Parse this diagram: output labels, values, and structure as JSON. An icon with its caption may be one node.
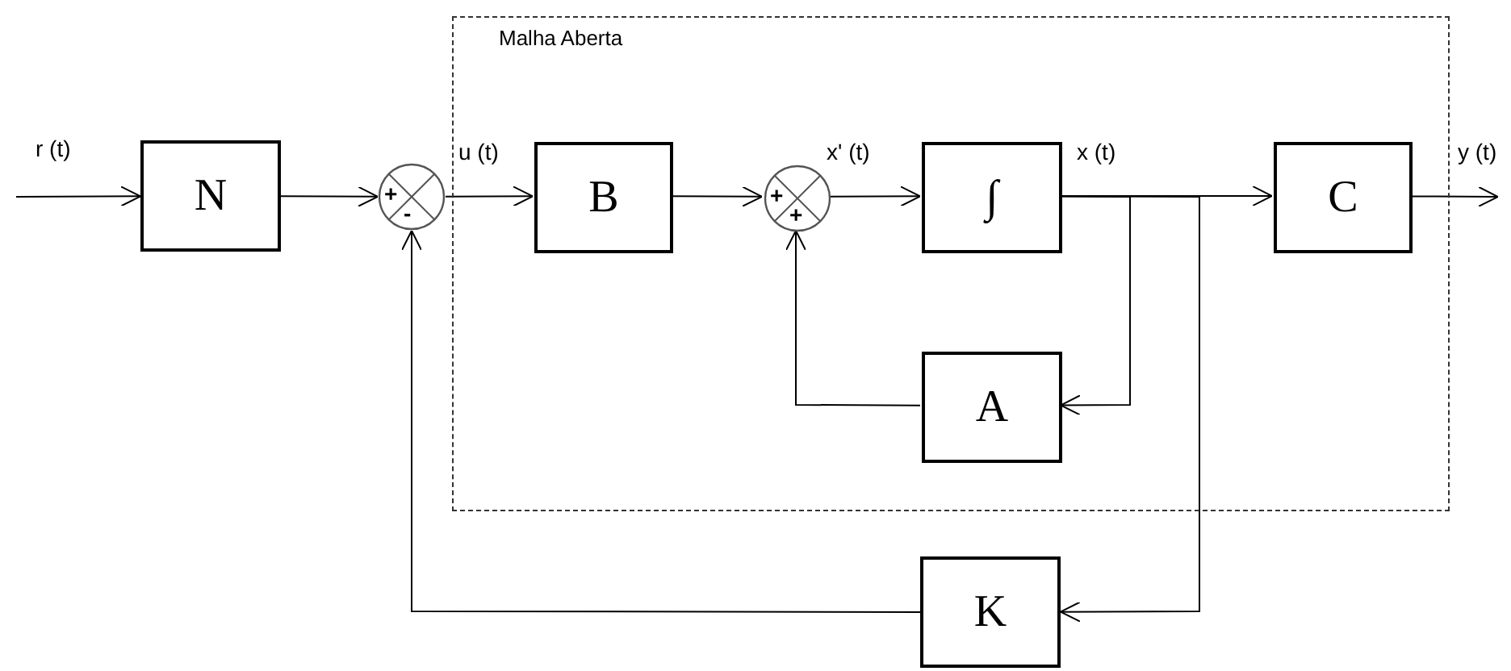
{
  "diagram": {
    "nodes": [
      {
        "text": [
          "Malha Aberta"
        ]
      },
      {
        "text": [
          "N"
        ]
      },
      {
        "text": [
          "+",
          "-"
        ]
      },
      {
        "text": [
          "B"
        ],
        "in": 0
      },
      {
        "text": [
          "+",
          "+"
        ],
        "in": 0
      },
      {
        "text": [
          "∫"
        ],
        "in": 0
      },
      {
        "text": [
          "C"
        ],
        "in": 0
      },
      {
        "text": [
          "A"
        ],
        "in": 0
      },
      {
        "text": [
          "K"
        ]
      }
    ],
    "edges": [
      {
        "from": null,
        "to": 1,
        "arrow": "to"
      },
      {
        "from": 1,
        "to": 2,
        "arrow": "to"
      },
      {
        "from": 2,
        "to": 3,
        "arrow": "to"
      },
      {
        "from": 3,
        "to": 4,
        "arrow": "to"
      },
      {
        "from": 4,
        "to": 5,
        "arrow": "to"
      },
      {
        "from": 5,
        "to": 6,
        "arrow": "to"
      },
      {
        "from": 6,
        "to": null,
        "arrow": "to"
      },
      {
        "from": 5,
        "to": 7,
        "arrow": "to"
      },
      {
        "from": 7,
        "to": 4,
        "arrow": "to"
      },
      {
        "from": 5,
        "to": 8,
        "arrow": "to"
      },
      {
        "from": 8,
        "to": 2,
        "arrow": "to"
      }
    ],
    "labels": [
      "r (t)",
      "u (t)",
      "x' (t)",
      "x (t)",
      "y (t)"
    ]
  }
}
